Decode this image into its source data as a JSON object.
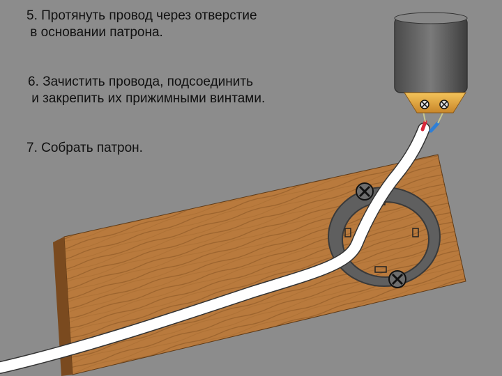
{
  "steps": [
    {
      "number": "5.",
      "line1": "Протянуть провод через отверстие",
      "line2": "в основании патрона."
    },
    {
      "number": "6.",
      "line1": "Зачистить провода, подсоединить",
      "line2": "и закрепить их прижимными винтами."
    },
    {
      "number": "7.",
      "line1": "Собрать патрон.",
      "line2": ""
    }
  ],
  "step_texts": {
    "s5": "5. Протянуть провод через отверстие\n в основании патрона.",
    "s6": "6. Зачистить провода, подсоединить\n и закрепить их прижимными винтами.",
    "s7": "7. Собрать патрон."
  },
  "colors": {
    "background": "#8c8c8c",
    "wood": "#b9793c",
    "wood_dark": "#7a4a1f",
    "ring": "#6a6a6a",
    "socket_cap": "#5b5b5b",
    "brass": "#e0a434",
    "wire": "#ffffff",
    "wire_red": "#d8283a",
    "wire_blue": "#2f7fd6"
  },
  "icons": [
    "screw-icon",
    "terminal-screw-icon"
  ]
}
